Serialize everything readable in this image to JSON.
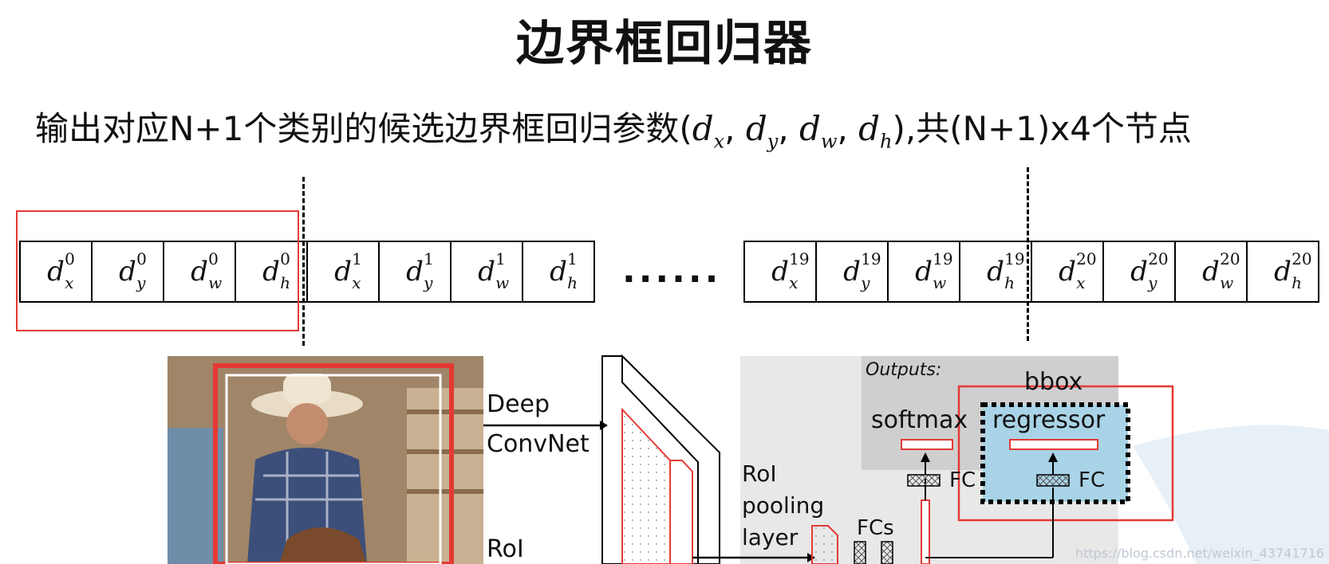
{
  "title": "边界框回归器",
  "subtitle": {
    "prefix": "输出对应N+1个类别的候选边界框回归参数(",
    "params": [
      "d",
      "d",
      "d",
      "d"
    ],
    "param_subs": [
      "x",
      "y",
      "w",
      "h"
    ],
    "suffix": "),共(N+1)x4个节点"
  },
  "left_cells": [
    {
      "base": "d",
      "sup": "0",
      "sub": "x"
    },
    {
      "base": "d",
      "sup": "0",
      "sub": "y"
    },
    {
      "base": "d",
      "sup": "0",
      "sub": "w"
    },
    {
      "base": "d",
      "sup": "0",
      "sub": "h"
    },
    {
      "base": "d",
      "sup": "1",
      "sub": "x"
    },
    {
      "base": "d",
      "sup": "1",
      "sub": "y"
    },
    {
      "base": "d",
      "sup": "1",
      "sub": "w"
    },
    {
      "base": "d",
      "sup": "1",
      "sub": "h"
    }
  ],
  "right_cells": [
    {
      "base": "d",
      "sup": "19",
      "sub": "x"
    },
    {
      "base": "d",
      "sup": "19",
      "sub": "y"
    },
    {
      "base": "d",
      "sup": "19",
      "sub": "w"
    },
    {
      "base": "d",
      "sup": "19",
      "sub": "h"
    },
    {
      "base": "d",
      "sup": "20",
      "sub": "x"
    },
    {
      "base": "d",
      "sup": "20",
      "sub": "y"
    },
    {
      "base": "d",
      "sup": "20",
      "sub": "w"
    },
    {
      "base": "d",
      "sup": "20",
      "sub": "h"
    }
  ],
  "ellipsis": "......",
  "figure": {
    "deep_convnet": [
      "Deep",
      "ConvNet"
    ],
    "roi": "RoI",
    "roi_pooling": [
      "RoI",
      "pooling",
      "layer"
    ],
    "fcs": "FCs",
    "outputs": "Outputs:",
    "softmax": "softmax",
    "bbox": "bbox",
    "regressor": "regressor",
    "fc_left": "FC",
    "fc_right": "FC"
  },
  "watermark": "https://blog.csdn.net/weixin_43741716",
  "colors": {
    "highlight": "#e53935",
    "regressor_bg": "#a9d3e6",
    "panel_bg": "#e8e8e8",
    "outputs_bg": "#cfcfcf"
  }
}
